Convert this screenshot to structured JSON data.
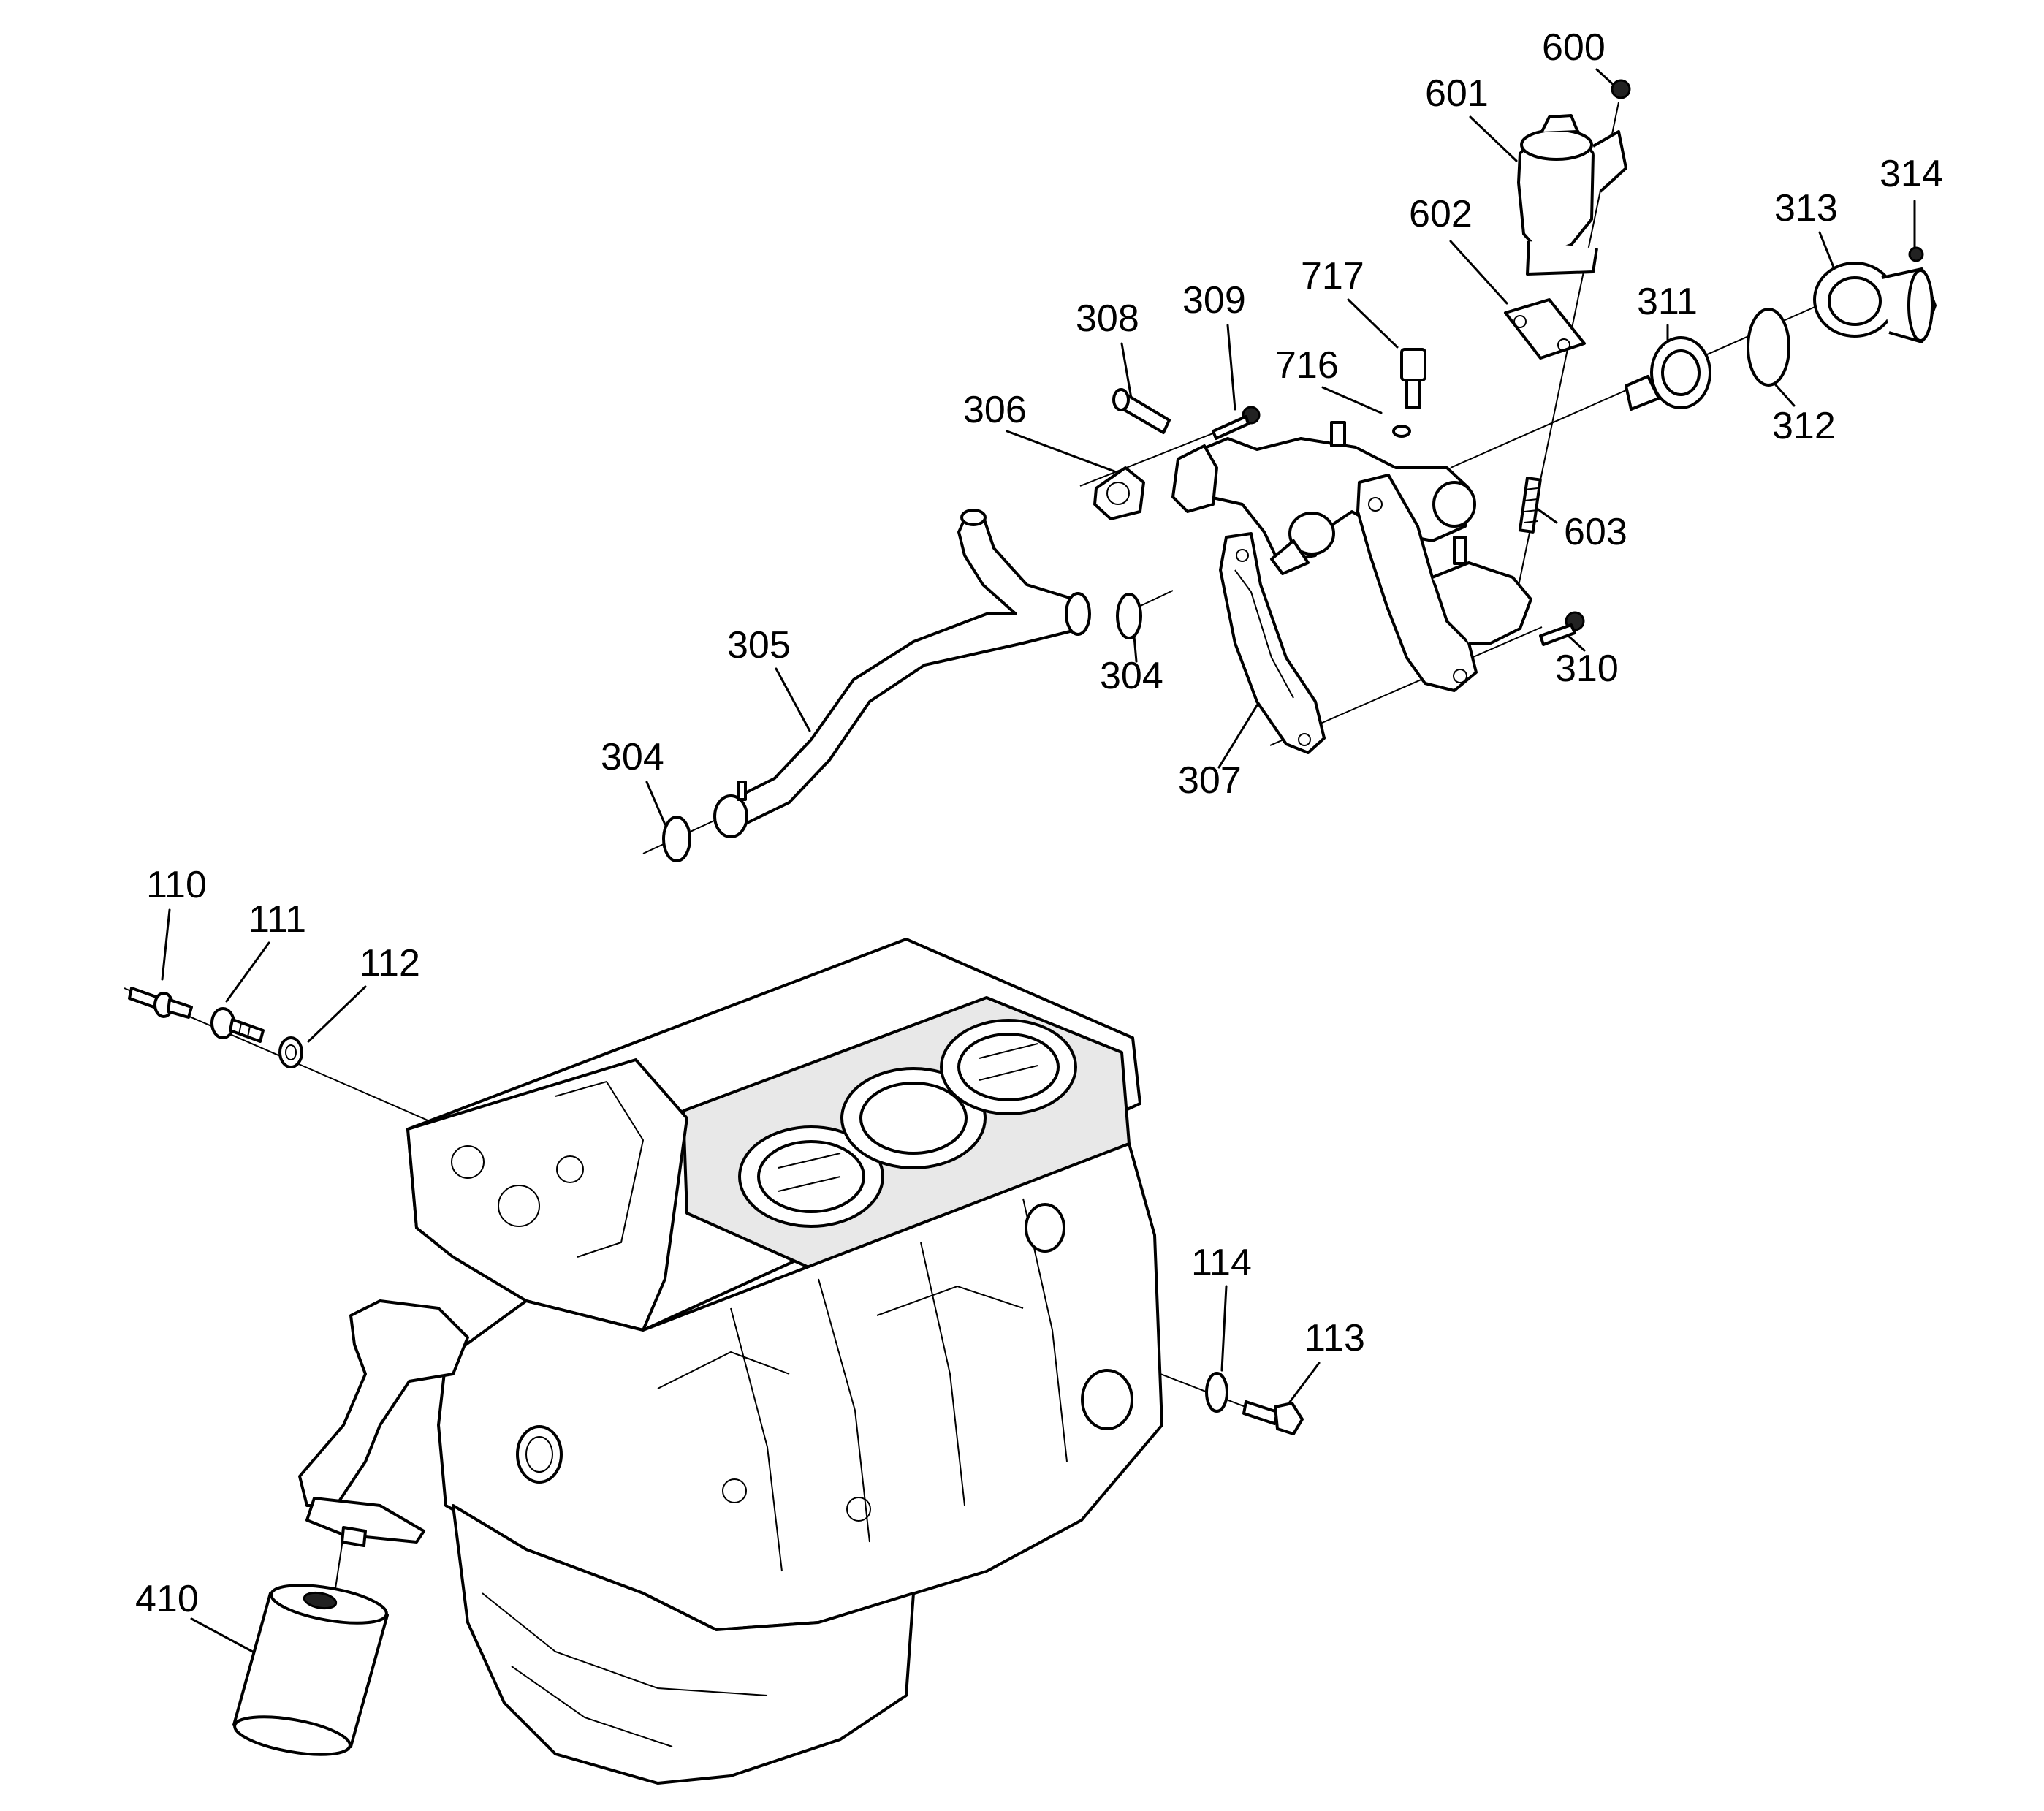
{
  "callouts": {
    "c600": "600",
    "c601": "601",
    "c602": "602",
    "c603": "603",
    "c314": "314",
    "c313": "313",
    "c311": "311",
    "c312": "312",
    "c717": "717",
    "c716": "716",
    "c308": "308",
    "c309": "309",
    "c306": "306",
    "c305": "305",
    "c304a": "304",
    "c304b": "304",
    "c307": "307",
    "c310": "310",
    "c110": "110",
    "c111": "111",
    "c112": "112",
    "c114": "114",
    "c113": "113",
    "c410": "410"
  }
}
